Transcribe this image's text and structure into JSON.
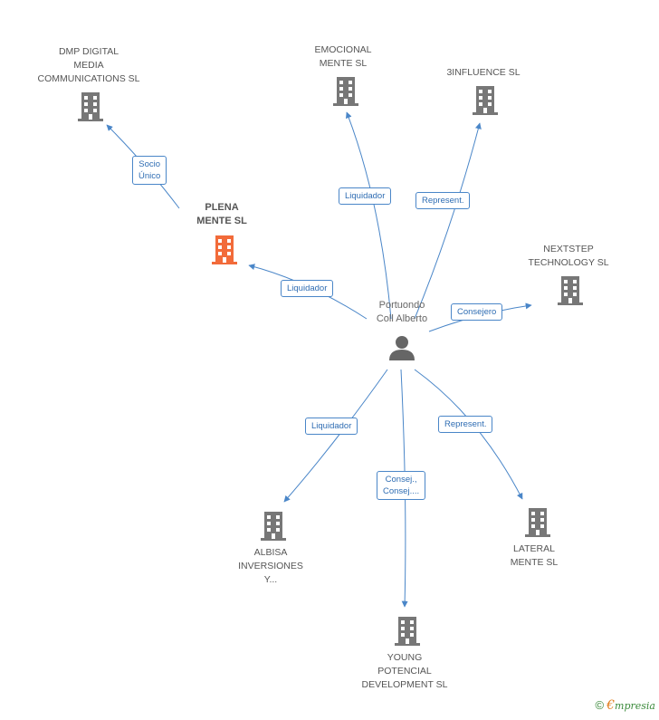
{
  "person": {
    "label": "Portuondo\nColl Alberto"
  },
  "companies": {
    "dmp": "DMP DIGITAL\nMEDIA\nCOMMUNICATIONS SL",
    "emocional": "EMOCIONAL\nMENTE SL",
    "influence": "3INFLUENCE SL",
    "plena": "PLENA\nMENTE SL",
    "nextstep": "NEXTSTEP\nTECHNOLOGY SL",
    "albisa": "ALBISA\nINVERSIONES\nY...",
    "young": "YOUNG\nPOTENCIAL\nDEVELOPMENT SL",
    "lateral": "LATERAL\nMENTE SL"
  },
  "edges": {
    "socio_unico": "Socio\nÚnico",
    "liq_emocional": "Liquidador",
    "rep_influence": "Represent.",
    "liq_plena": "Liquidador",
    "consejero": "Consejero",
    "liq_albisa": "Liquidador",
    "consej_young": "Consej.,\nConsej....",
    "rep_lateral": "Represent."
  },
  "colors": {
    "edge": "#4a86c8",
    "building": "#777777",
    "focus_building": "#f26b3a",
    "person": "#666666"
  },
  "icons": {
    "company": "building-icon",
    "person": "person-icon"
  },
  "brand": {
    "copyright": "©",
    "e": "€",
    "rest": "mpresia"
  }
}
